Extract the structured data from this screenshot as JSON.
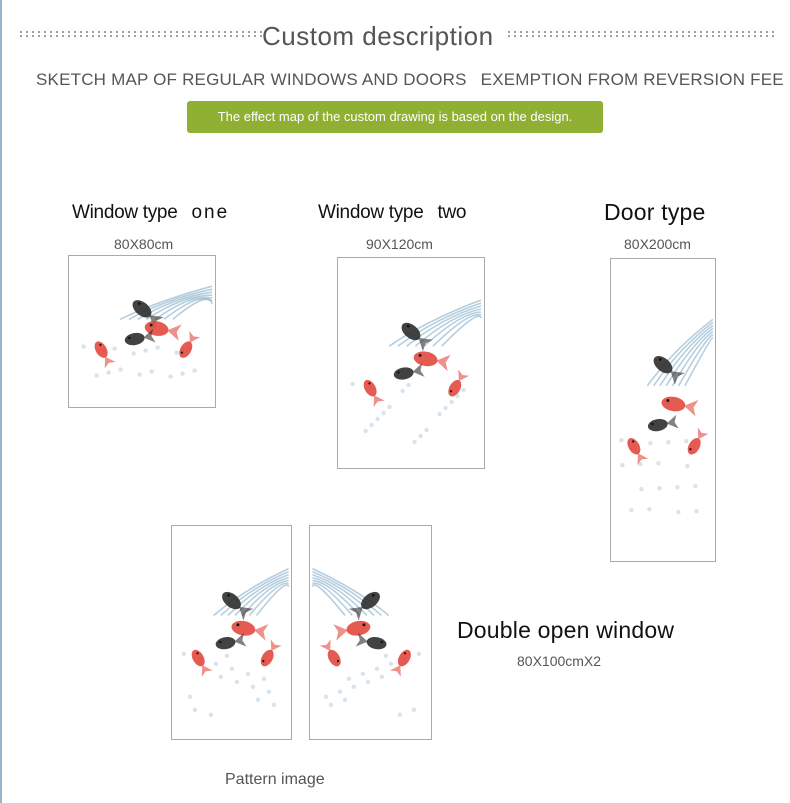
{
  "header": {
    "title": "Custom description",
    "subtitle_left": "SKETCH MAP OF REGULAR WINDOWS AND DOORS",
    "subtitle_right": "EXEMPTION FROM REVERSION FEE",
    "banner": "The effect map of the custom drawing is based on the design."
  },
  "products": [
    {
      "title_a": "Window type",
      "title_b": "one",
      "size": "80X80cm"
    },
    {
      "title_a": "Window type",
      "title_b": "two",
      "size": "90X120cm"
    },
    {
      "title": "Door type",
      "size": "80X200cm"
    },
    {
      "title": "Double open window",
      "size": "80X100cmX2"
    }
  ],
  "footer": {
    "caption": "Pattern image"
  },
  "artwork": {
    "subject": "goldfish-ink-painting",
    "colors": {
      "fish_red": "#e2483e",
      "fish_black": "#2d2d2d",
      "leaves": "#7aa5c2",
      "accent": "#8fb032"
    }
  }
}
